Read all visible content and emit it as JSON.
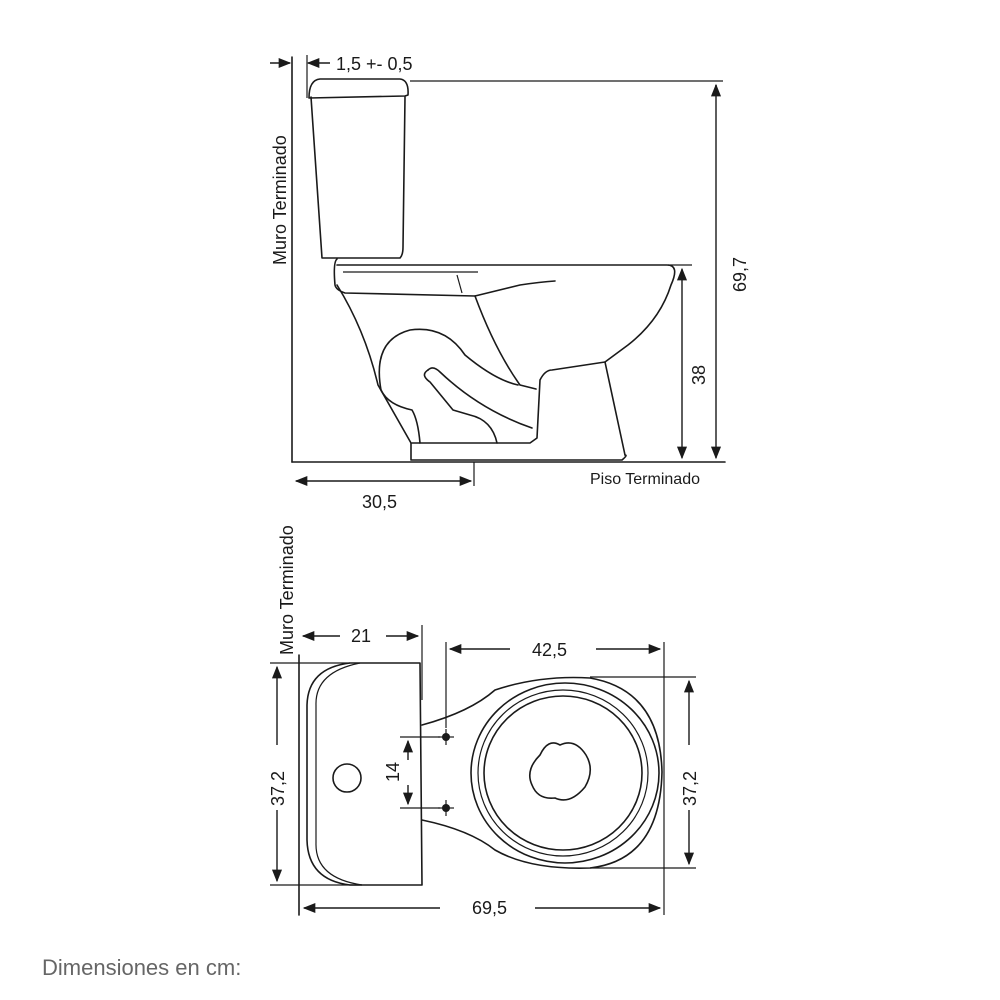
{
  "side_view": {
    "wall_label": "Muro Terminado",
    "floor_label": "Piso Terminado",
    "gap_dim": "1,5 +- 0,5",
    "total_height_dim": "69,7",
    "seat_height_dim": "38",
    "rough_in_dim": "30,5"
  },
  "top_view": {
    "wall_label": "Muro Terminado",
    "tank_depth_dim": "21",
    "bowl_length_dim": "42,5",
    "tank_width_dim": "37,2",
    "bowl_width_dim": "37,2",
    "bolt_spacing_dim": "14",
    "total_length_dim": "69,5"
  },
  "caption": "Dimensiones en cm:"
}
